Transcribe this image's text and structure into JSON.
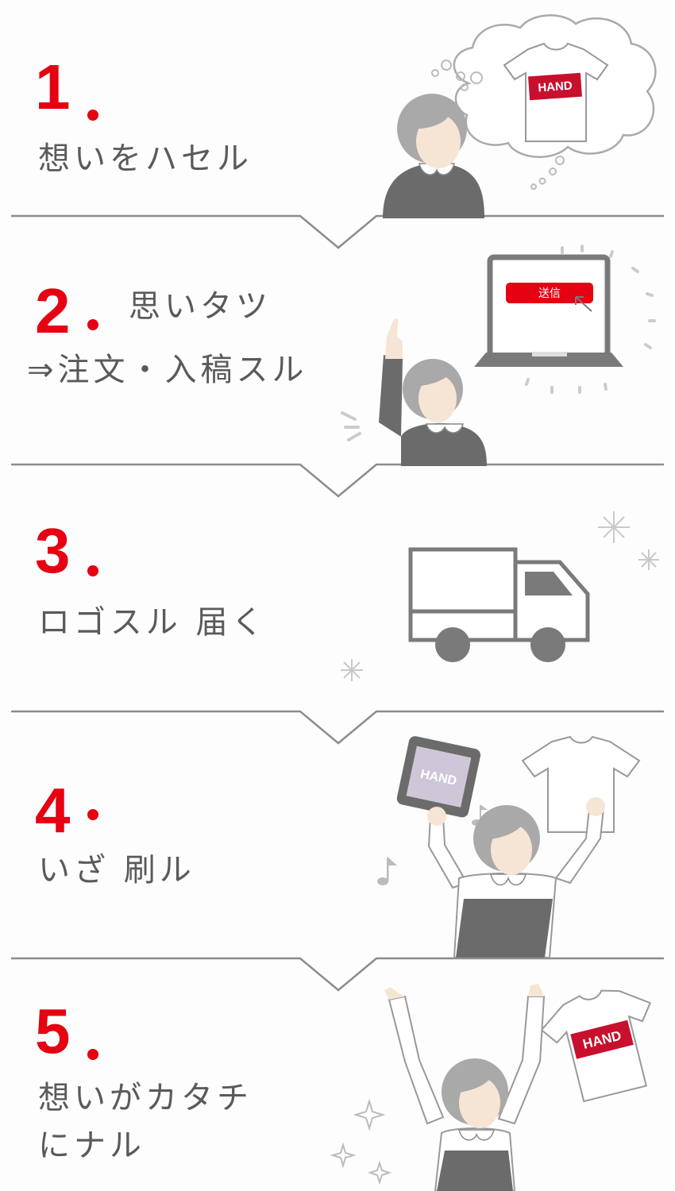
{
  "colors": {
    "accent": "#e60012",
    "text": "#5a5a5a",
    "line": "#8c8c8c",
    "illustration_dark": "#6b6b6b",
    "illustration_light": "#a9a9a9",
    "skin": "#f6e5d4"
  },
  "steps": [
    {
      "number": "1",
      "lines": [
        "想いをハセル"
      ],
      "illustration": "woman-thinking-of-tshirt",
      "logo": "HAND"
    },
    {
      "number": "2",
      "lines": [
        "思いタツ",
        "⇒注文・入稿スル"
      ],
      "illustration": "woman-raising-hand-laptop",
      "button": "送信"
    },
    {
      "number": "3",
      "lines": [
        "ロゴスル 届く"
      ],
      "illustration": "delivery-truck"
    },
    {
      "number": "4",
      "lines": [
        "いざ 刷ル"
      ],
      "illustration": "woman-holding-tablet-and-tshirt",
      "logo": "HAND"
    },
    {
      "number": "5",
      "lines": [
        "想いがカタチ",
        "にナル"
      ],
      "illustration": "woman-celebrating-printed-tshirt",
      "logo": "HAND"
    }
  ]
}
